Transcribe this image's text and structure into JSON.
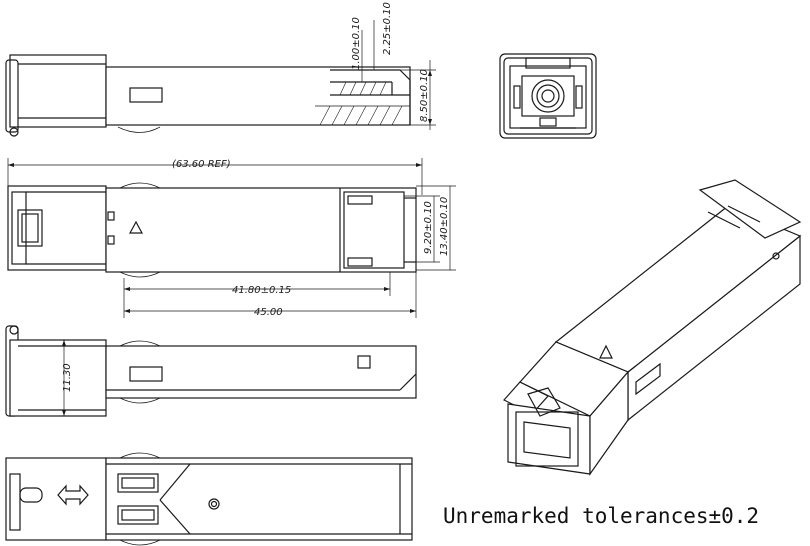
{
  "dimensions": {
    "d1": "1.00±0.10",
    "d2": "2.25±0.10",
    "d3": "8.50±0.10",
    "d4": "(63.60   REF)",
    "d5": "9.20±0.10",
    "d6": "13.40±0.10",
    "d7": "41.80±0.15",
    "d8": "45.00",
    "d9": "11.30"
  },
  "note": "Unremarked tolerances±0.2"
}
